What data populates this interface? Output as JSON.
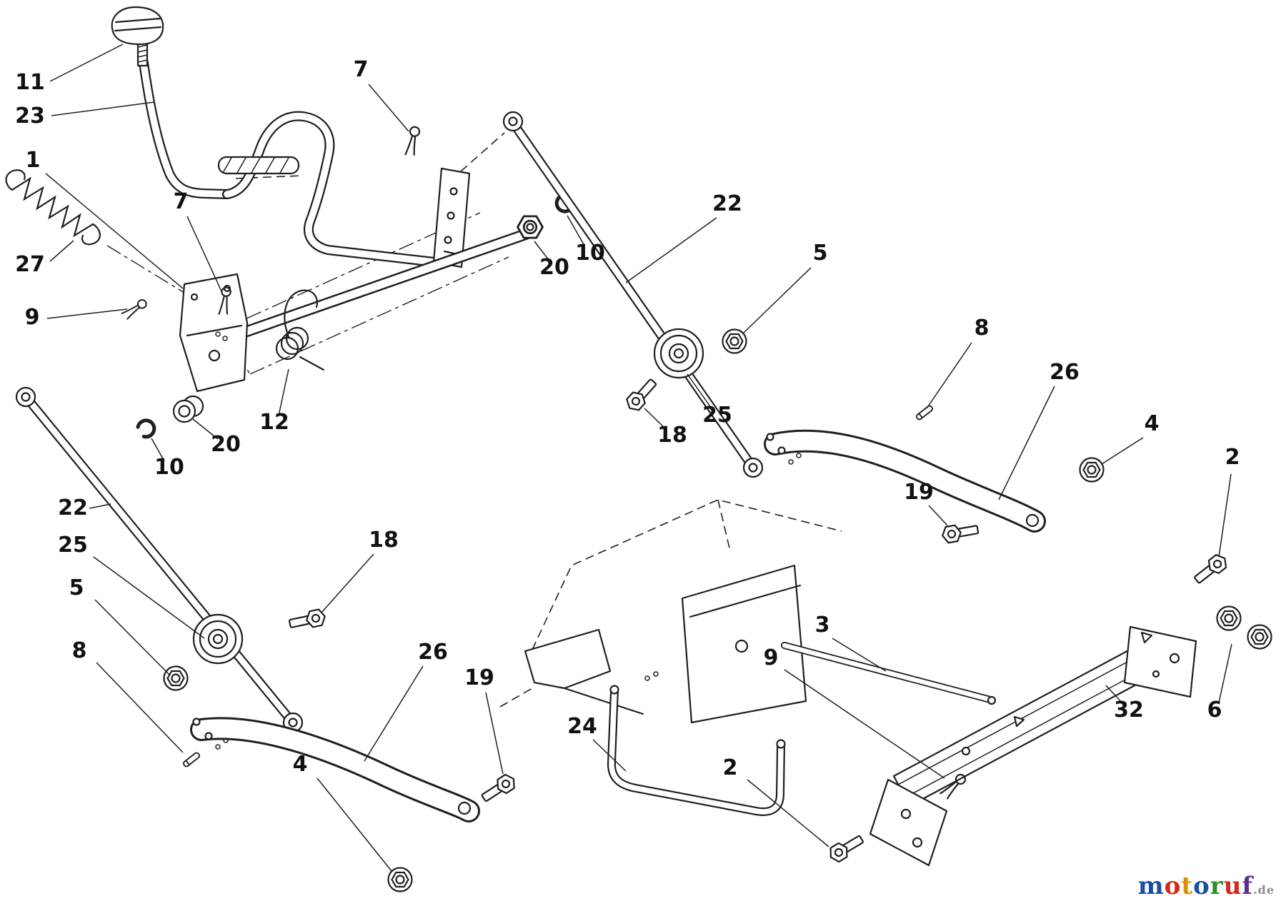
{
  "page": {
    "background": "#ffffff",
    "line_color": "#1f1f1f"
  },
  "diagram": {
    "callouts": [
      {
        "label": "11"
      },
      {
        "label": "23"
      },
      {
        "label": "7"
      },
      {
        "label": "1"
      },
      {
        "label": "7"
      },
      {
        "label": "27"
      },
      {
        "label": "9"
      },
      {
        "label": "20"
      },
      {
        "label": "10"
      },
      {
        "label": "22"
      },
      {
        "label": "5"
      },
      {
        "label": "8"
      },
      {
        "label": "26"
      },
      {
        "label": "4"
      },
      {
        "label": "2"
      },
      {
        "label": "25"
      },
      {
        "label": "18"
      },
      {
        "label": "19"
      },
      {
        "label": "12"
      },
      {
        "label": "20"
      },
      {
        "label": "10"
      },
      {
        "label": "22"
      },
      {
        "label": "25"
      },
      {
        "label": "5"
      },
      {
        "label": "8"
      },
      {
        "label": "26"
      },
      {
        "label": "18"
      },
      {
        "label": "19"
      },
      {
        "label": "3"
      },
      {
        "label": "9"
      },
      {
        "label": "24"
      },
      {
        "label": "4"
      },
      {
        "label": "2"
      },
      {
        "label": "32"
      },
      {
        "label": "6"
      }
    ]
  },
  "logo": {
    "letters": [
      {
        "char": "m",
        "color": "#1b4ea0"
      },
      {
        "char": "o",
        "color": "#d42a1e"
      },
      {
        "char": "t",
        "color": "#e08c00"
      },
      {
        "char": "o",
        "color": "#1b4ea0"
      },
      {
        "char": "r",
        "color": "#2e8b2e"
      },
      {
        "char": "u",
        "color": "#d42a1e"
      },
      {
        "char": "f",
        "color": "#5a2d91"
      }
    ],
    "suffix": ".de",
    "suffix_color": "#8a8a8a"
  }
}
